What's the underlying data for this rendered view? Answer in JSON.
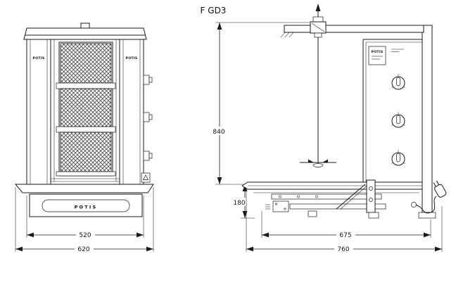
{
  "title": "F GD3",
  "brand": "POTIS",
  "views": {
    "front": {
      "name": "front-elevation",
      "column_left_label": "POTIS",
      "column_right_label": "POTIS",
      "drawer_label": "POTIS",
      "dims": {
        "inner_width": "520",
        "outer_width": "620"
      }
    },
    "side": {
      "name": "side-elevation",
      "panel_label": "POTIS",
      "dims": {
        "height": "840",
        "base_height": "180",
        "inner_depth": "675",
        "outer_depth": "760"
      }
    }
  },
  "colors": {
    "line_color": "#1a1a1a",
    "background": "#ffffff"
  }
}
